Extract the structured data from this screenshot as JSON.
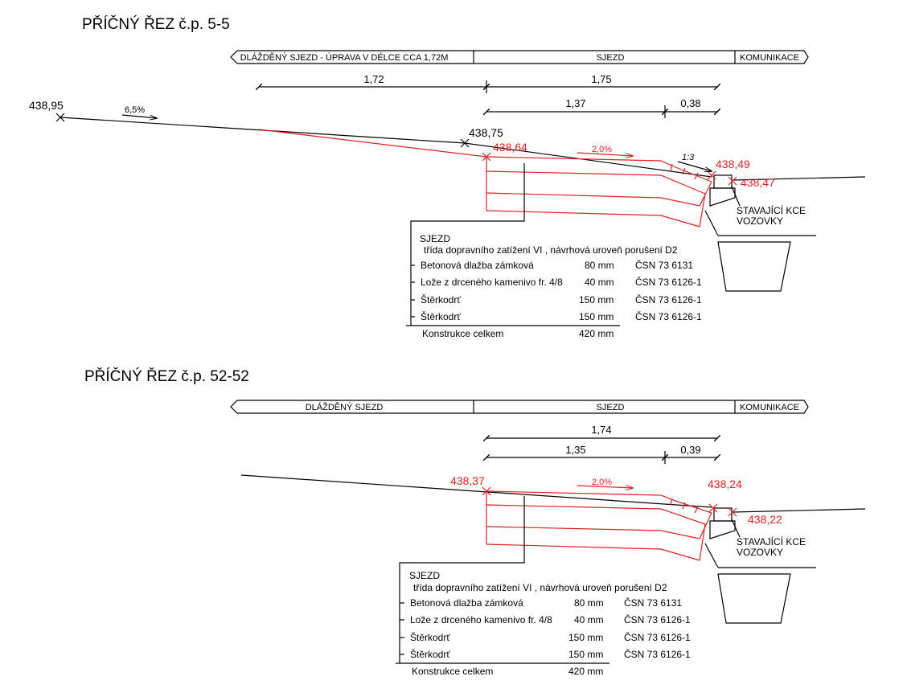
{
  "colors": {
    "line": "#000000",
    "design": "#e31e24"
  },
  "sections": [
    {
      "title": "PŘÍČNÝ ŘEZ č.p. 5-5",
      "band": [
        "DLÁŽDĚNÝ SJEZD - ÚPRAVA V DÉLCE CCA 1,72M",
        "SJEZD",
        "KOMUNIKACE"
      ],
      "dims": {
        "d1": "1,72",
        "d2": "1,75",
        "d3": "1,37",
        "d4": "0,38"
      },
      "slope_left": "6,5%",
      "slope": "2,0%",
      "ratio": "1:3",
      "elev": {
        "left": "438,95",
        "ex_mid": "438,75",
        "start": "438,64",
        "curb": "438,49",
        "road": "438,47"
      },
      "existing": [
        "STAVAJÍCÍ KCE",
        "VOZOVKY"
      ],
      "table": {
        "head": "SJEZD",
        "sub": "třída dopravního zatížení VI , návrhová uroveň porušení D2",
        "rows": [
          {
            "name": "Betonová dlažba zámková",
            "thk": "80 mm",
            "norm": "ČSN 73 6131"
          },
          {
            "name": "Lože z drceného kamenivo fr. 4/8",
            "thk": "40 mm",
            "norm": "ČSN 73 6126-1"
          },
          {
            "name": "Štěrkodrť",
            "thk": "150 mm",
            "norm": "ČSN 73 6126-1"
          },
          {
            "name": "Štěrkodrť",
            "thk": "150 mm",
            "norm": "ČSN 73 6126-1"
          }
        ],
        "total": {
          "name": "Konstrukce  celkem",
          "thk": "420 mm"
        }
      }
    },
    {
      "title": "PŘÍČNÝ ŘEZ č.p. 52-52",
      "band": [
        "DLÁŽDĚNÝ SJEZD",
        "SJEZD",
        "KOMUNIKACE"
      ],
      "dims": {
        "d2": "1,74",
        "d3": "1,35",
        "d4": "0,39"
      },
      "slope": "2,0%",
      "elev": {
        "start": "438,37",
        "curb": "438,24",
        "road": "438,22"
      },
      "existing": [
        "STAVAJÍCÍ KCE",
        "VOZOVKY"
      ],
      "table": {
        "head": "SJEZD",
        "sub": "třída dopravního zatížení VI , návrhová uroveň porušení D2",
        "rows": [
          {
            "name": "Betonová dlažba zámková",
            "thk": "80 mm",
            "norm": "ČSN 73 6131"
          },
          {
            "name": "Lože z drceného kamenivo fr. 4/8",
            "thk": "40 mm",
            "norm": "ČSN 73 6126-1"
          },
          {
            "name": "Štěrkodrť",
            "thk": "150 mm",
            "norm": "ČSN 73 6126-1"
          },
          {
            "name": "Štěrkodrť",
            "thk": "150 mm",
            "norm": "ČSN 73 6126-1"
          }
        ],
        "total": {
          "name": "Konstrukce  celkem",
          "thk": "420 mm"
        }
      }
    }
  ]
}
